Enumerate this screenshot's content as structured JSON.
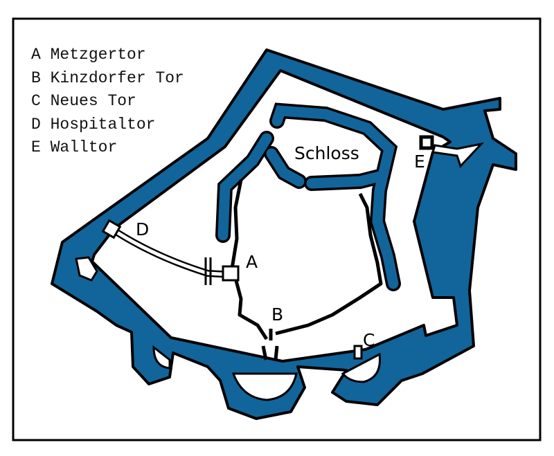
{
  "colors": {
    "moat": "#11659a",
    "outline": "#000000",
    "background": "#ffffff"
  },
  "legend": [
    {
      "key": "A",
      "name": "Metzgertor"
    },
    {
      "key": "B",
      "name": "Kinzdorfer Tor"
    },
    {
      "key": "C",
      "name": "Neues Tor"
    },
    {
      "key": "D",
      "name": "Hospitaltor"
    },
    {
      "key": "E",
      "name": "Walltor"
    }
  ],
  "map_labels": {
    "schloss": "Schloss",
    "A": "A",
    "B": "B",
    "C": "C",
    "D": "D",
    "E": "E"
  }
}
